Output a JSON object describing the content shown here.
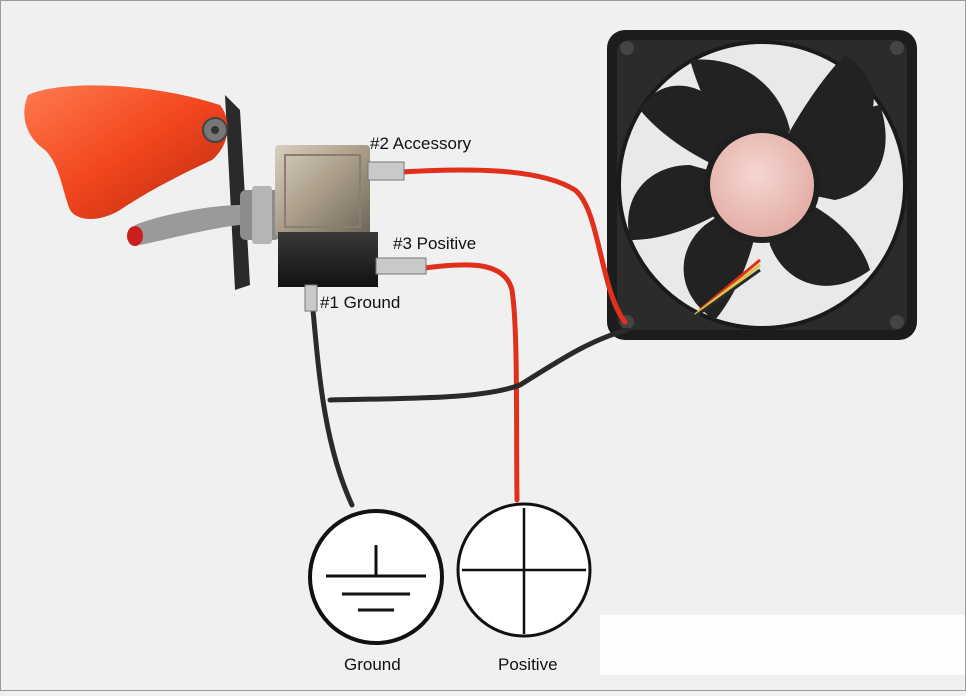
{
  "labels": {
    "accessory": "#2 Accessory",
    "positive_terminal": "#3 Positive",
    "ground_terminal": "#1 Ground",
    "ground_symbol": "Ground",
    "positive_symbol": "Positive"
  },
  "colors": {
    "background": "#f0f0f0",
    "red_wire": "#e0301c",
    "black_wire": "#2a2a2a",
    "switch_cover": "#f2461e",
    "fan_frame": "#1c1c1c",
    "fan_hub": "#efc3be"
  }
}
